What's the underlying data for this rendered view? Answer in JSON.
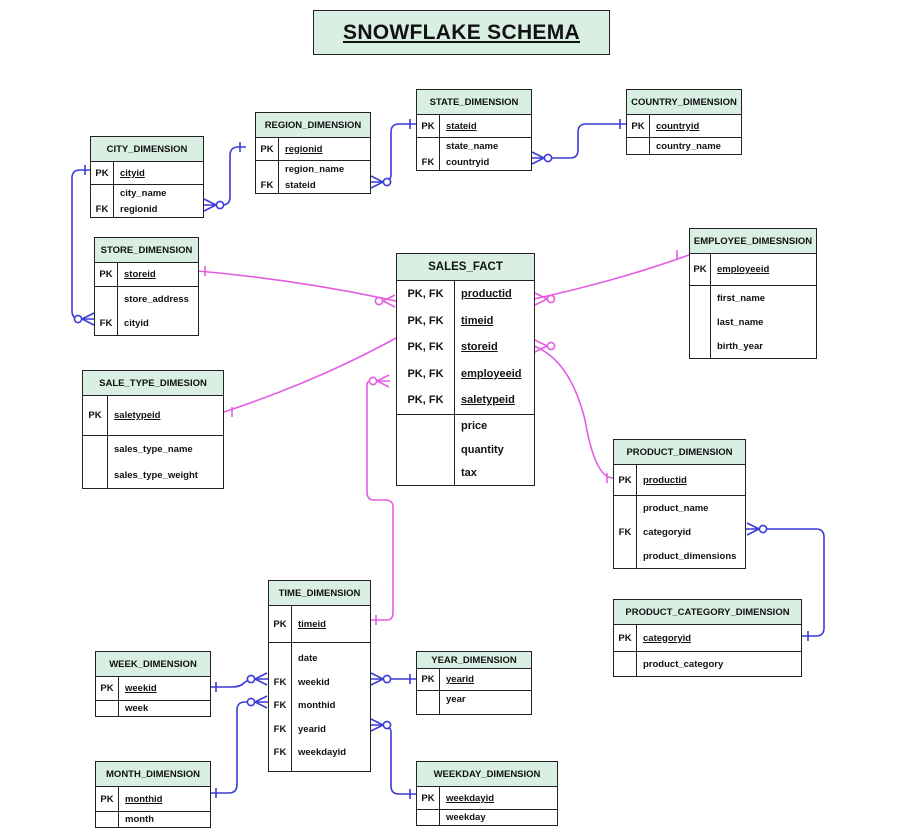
{
  "title": "SNOWFLAKE SCHEMA",
  "entities": {
    "city": {
      "name": "CITY_DIMENSION",
      "pk_key": "PK",
      "pk_field": "cityid",
      "attr1": "city_name",
      "fk_key": "FK",
      "fk_field": "regionid"
    },
    "region": {
      "name": "REGION_DIMENSION",
      "pk_key": "PK",
      "pk_field": "regionid",
      "attr1": "region_name",
      "fk_key": "FK",
      "fk_field": "stateid"
    },
    "state": {
      "name": "STATE_DIMENSION",
      "pk_key": "PK",
      "pk_field": "stateid",
      "attr1": "state_name",
      "fk_key": "FK",
      "fk_field": "countryid"
    },
    "country": {
      "name": "COUNTRY_DIMENSION",
      "pk_key": "PK",
      "pk_field": "countryid",
      "attr1": "country_name"
    },
    "store": {
      "name": "STORE_DIMENSION",
      "pk_key": "PK",
      "pk_field": "storeid",
      "attr1": "store_address",
      "fk_key": "FK",
      "fk_field": "cityid"
    },
    "sales_fact": {
      "name": "SALES_FACT",
      "key_label": "PK, FK",
      "keys": [
        "productid",
        "timeid",
        "storeid",
        "employeeid",
        "saletypeid"
      ],
      "measures": [
        "price",
        "quantity",
        "tax"
      ]
    },
    "employee": {
      "name": "EMPLOYEE_DIMESNSION",
      "pk_key": "PK",
      "pk_field": "employeeid",
      "attrs": [
        "first_name",
        "last_name",
        "birth_year"
      ]
    },
    "sale_type": {
      "name": "SALE_TYPE_DIMESION",
      "pk_key": "PK",
      "pk_field": "saletypeid",
      "attrs": [
        "sales_type_name",
        "sales_type_weight"
      ]
    },
    "product": {
      "name": "PRODUCT_DIMENSION",
      "pk_key": "PK",
      "pk_field": "productid",
      "attr1": "product_name",
      "fk_key": "FK",
      "fk_field": "categoryid",
      "attr3": "product_dimensions"
    },
    "product_category": {
      "name": "PRODUCT_CATEGORY_DIMENSION",
      "pk_key": "PK",
      "pk_field": "categoryid",
      "attr1": "product_category"
    },
    "time": {
      "name": "TIME_DIMENSION",
      "pk_key": "PK",
      "pk_field": "timeid",
      "attr1": "date",
      "fk_key": "FK",
      "fks": [
        "weekid",
        "monthid",
        "yearid",
        "weekdayid"
      ]
    },
    "week": {
      "name": "WEEK_DIMENSION",
      "pk_key": "PK",
      "pk_field": "weekid",
      "attr1": "week"
    },
    "year": {
      "name": "YEAR_DIMENSION",
      "pk_key": "PK",
      "pk_field": "yearid",
      "attr1": "year"
    },
    "month": {
      "name": "MONTH_DIMENSION",
      "pk_key": "PK",
      "pk_field": "monthid",
      "attr1": "month"
    },
    "weekday": {
      "name": "WEEKDAY_DIMENSION",
      "pk_key": "PK",
      "pk_field": "weekdayid",
      "attr1": "weekday"
    }
  },
  "colors": {
    "dimension_link": "#3b3bd6",
    "fact_link": "#e35de3",
    "header_fill": "#d9efe3"
  }
}
